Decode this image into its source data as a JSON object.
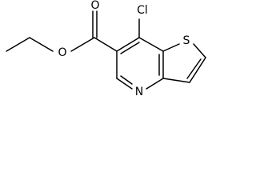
{
  "molecule": {
    "atoms": {
      "chlorine": "Cl",
      "carbonyl_oxygen": "O",
      "ester_oxygen": "O",
      "sulfur": "S",
      "nitrogen": "N"
    }
  },
  "colors": {
    "bond": "#000000",
    "label": "#000000",
    "background": "#ffffff"
  }
}
